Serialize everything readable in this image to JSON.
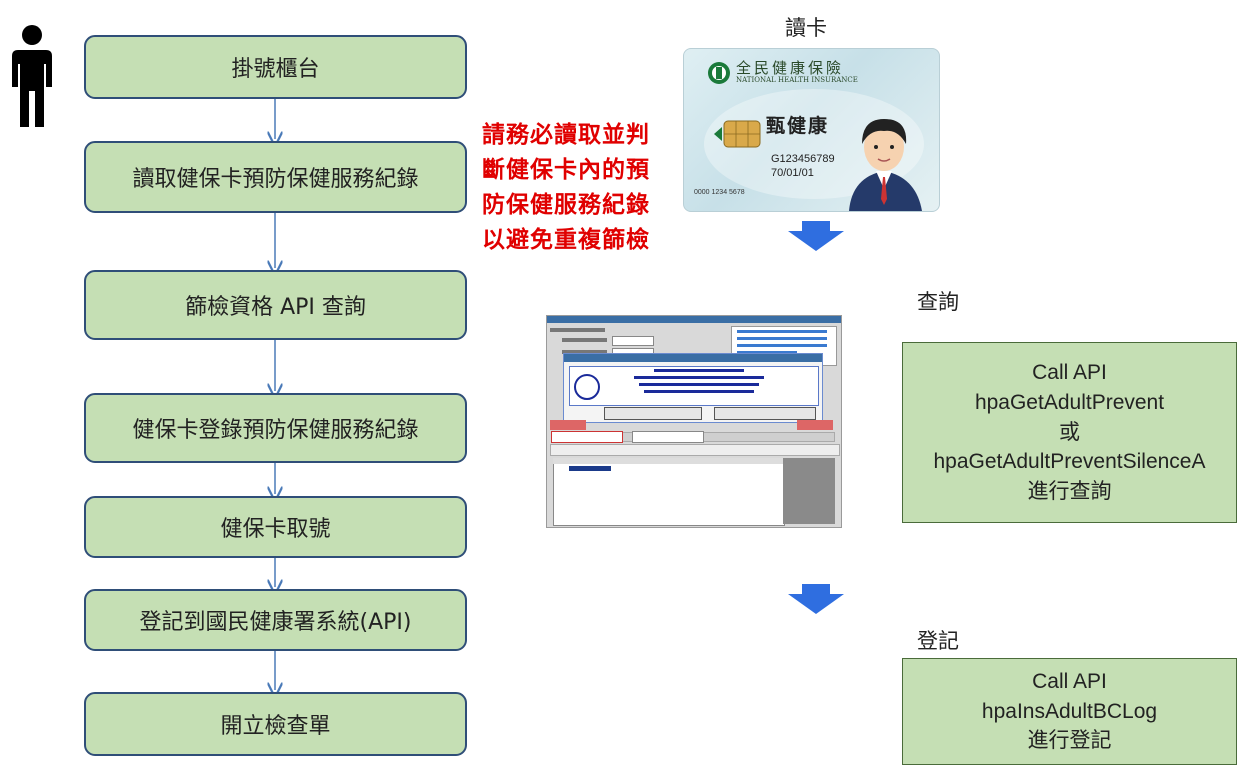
{
  "flow_steps": [
    "掛號櫃台",
    "讀取健保卡預防保健服務紀錄",
    "篩檢資格 API 查詢",
    "健保卡登錄預防保健服務紀錄",
    "健保卡取號",
    "登記到國民健康署系統(API)",
    "開立檢查單"
  ],
  "warning_text": "請務必讀取並判\n斷健保卡內的預\n防保健服務紀錄\n以避免重複篩檢",
  "card_caption": "讀卡",
  "card": {
    "title_zh": "全民健康保險",
    "title_en": "NATIONAL HEALTH INSURANCE",
    "holder_name": "甄健康",
    "id_number": "G123456789",
    "birth_date": "70/01/01",
    "card_number": "0000 1234 5678"
  },
  "query_caption": "查詢",
  "query_api": {
    "line1": "Call API",
    "line2": "hpaGetAdultPrevent",
    "line3": "或",
    "line4": "hpaGetAdultPreventSilenceA",
    "line5": "進行查詢"
  },
  "register_caption": "登記",
  "register_api": {
    "line1": "Call API",
    "line2": "hpaInsAdultBCLog",
    "line3": "進行登記"
  },
  "colors": {
    "step_fill": "#c5dfb4",
    "step_border": "#2f4e78",
    "warning": "#e00000",
    "arrow_blue": "#2f6ee0"
  }
}
